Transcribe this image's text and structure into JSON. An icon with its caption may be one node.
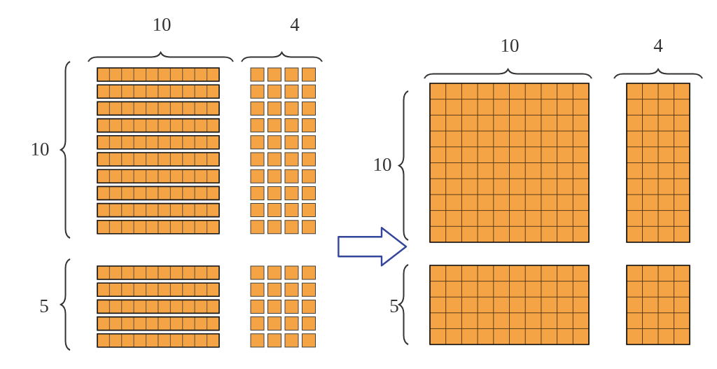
{
  "diagram": {
    "nodes": [
      {
        "text": [],
        "shape": "picture"
      },
      {
        "text": [],
        "shape": "picture"
      }
    ],
    "edges": [
      {
        "from": 0,
        "to": 1,
        "arrow": "to",
        "color": "#34469a"
      }
    ],
    "labels": [
      "10",
      "4",
      "10",
      "4",
      "10",
      "10",
      "5",
      "5"
    ]
  }
}
